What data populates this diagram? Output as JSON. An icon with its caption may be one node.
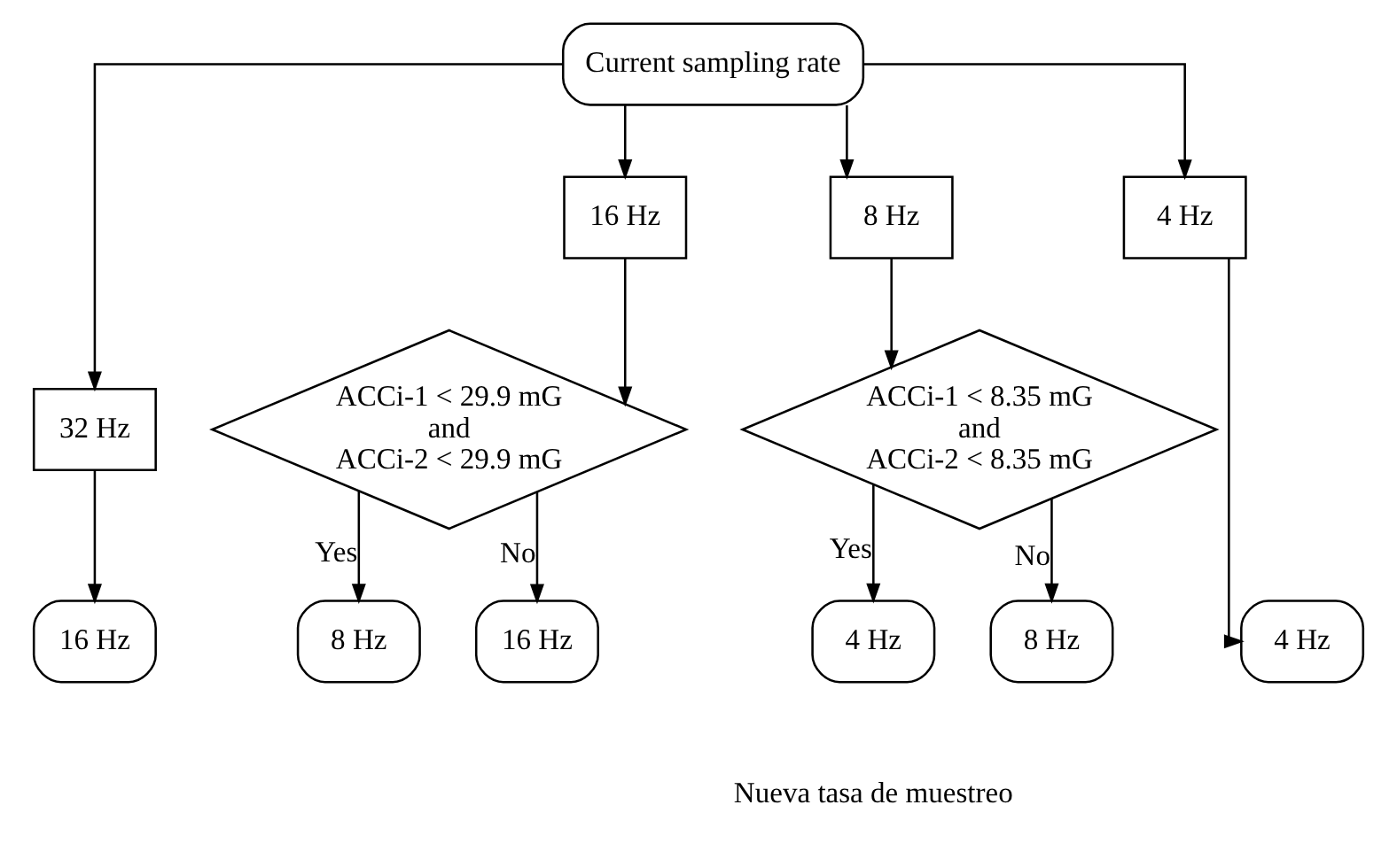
{
  "diagram": {
    "nodes": [
      {
        "text": [
          "Current sampling rate"
        ]
      },
      {
        "text": [
          "32 Hz"
        ]
      },
      {
        "text": [
          "16 Hz"
        ]
      },
      {
        "text": [
          "8 Hz"
        ]
      },
      {
        "text": [
          "4 Hz"
        ]
      },
      {
        "text": [
          "ACCi-1 < 29.9 mG and ACCi-2 < 29.9 mG"
        ]
      },
      {
        "text": [
          "ACCi-1 < 8.35 mG and ACCi-2 < 8.35 mG"
        ]
      },
      {
        "text": [
          "16 Hz"
        ]
      },
      {
        "text": [
          "8 Hz"
        ]
      },
      {
        "text": [
          "16 Hz"
        ]
      },
      {
        "text": [
          "4 Hz"
        ]
      },
      {
        "text": [
          "8 Hz"
        ]
      },
      {
        "text": [
          "4 Hz"
        ]
      }
    ],
    "edges": [
      {
        "from": 0,
        "to": 1,
        "arrow": "to"
      },
      {
        "from": 0,
        "to": 2,
        "arrow": "to"
      },
      {
        "from": 0,
        "to": 3,
        "arrow": "to"
      },
      {
        "from": 0,
        "to": 4,
        "arrow": "to"
      },
      {
        "from": 1,
        "to": 7,
        "arrow": "to"
      },
      {
        "from": 2,
        "to": 5,
        "arrow": "to"
      },
      {
        "from": 5,
        "to": 8,
        "arrow": "to",
        "label": "Yes"
      },
      {
        "from": 5,
        "to": 9,
        "arrow": "to",
        "label": "No"
      },
      {
        "from": 3,
        "to": 6,
        "arrow": "to"
      },
      {
        "from": 6,
        "to": 10,
        "arrow": "to",
        "label": "Yes"
      },
      {
        "from": 6,
        "to": 11,
        "arrow": "to",
        "label": "No"
      },
      {
        "from": 4,
        "to": 12,
        "arrow": "to"
      }
    ],
    "labels": [
      "Nueva tasa de muestreo"
    ]
  }
}
